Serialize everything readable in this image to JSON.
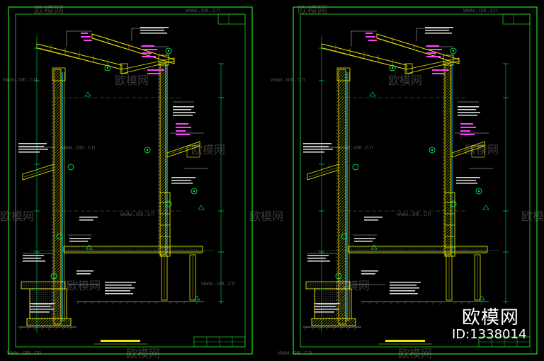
{
  "colors": {
    "background": "#000000",
    "frame": "#22dd22",
    "wall": "#e6e600",
    "insulation": "#00c8ff",
    "dimension": "#00ff66",
    "annotation": "#ff40ff",
    "leader": "#ffffff",
    "grid": "#2aa02a"
  },
  "watermark": {
    "brand": "欧模网",
    "url": "www.om.cn",
    "id_label": "ID:1338014"
  },
  "sheets": [
    {
      "title": "SECTION"
    },
    {
      "title": "SECTION"
    }
  ]
}
